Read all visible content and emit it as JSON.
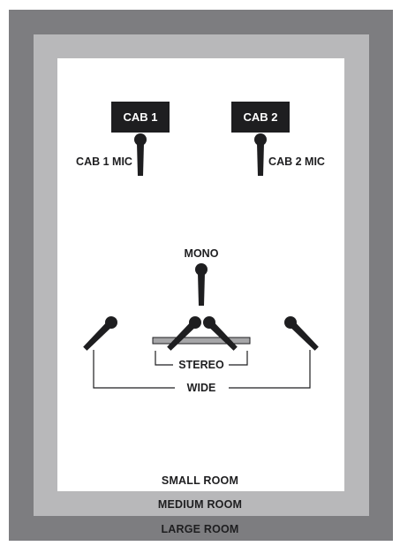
{
  "rooms": {
    "small": "SMALL ROOM",
    "medium": "MEDIUM ROOM",
    "large": "LARGE ROOM"
  },
  "cabinets": {
    "cab1": "CAB 1",
    "cab2": "CAB 2"
  },
  "mics": {
    "cab1_mic": "CAB 1 MIC",
    "cab2_mic": "CAB 2 MIC",
    "mono": "MONO",
    "stereo": "STEREO",
    "wide": "WIDE"
  },
  "colors": {
    "large_room": "#7d7d80",
    "medium_room": "#b8b8ba",
    "small_room": "#ffffff",
    "cabinet": "#1e1e20",
    "mic": "#1e1e20",
    "stereo_bar": "#a6a6a8"
  }
}
